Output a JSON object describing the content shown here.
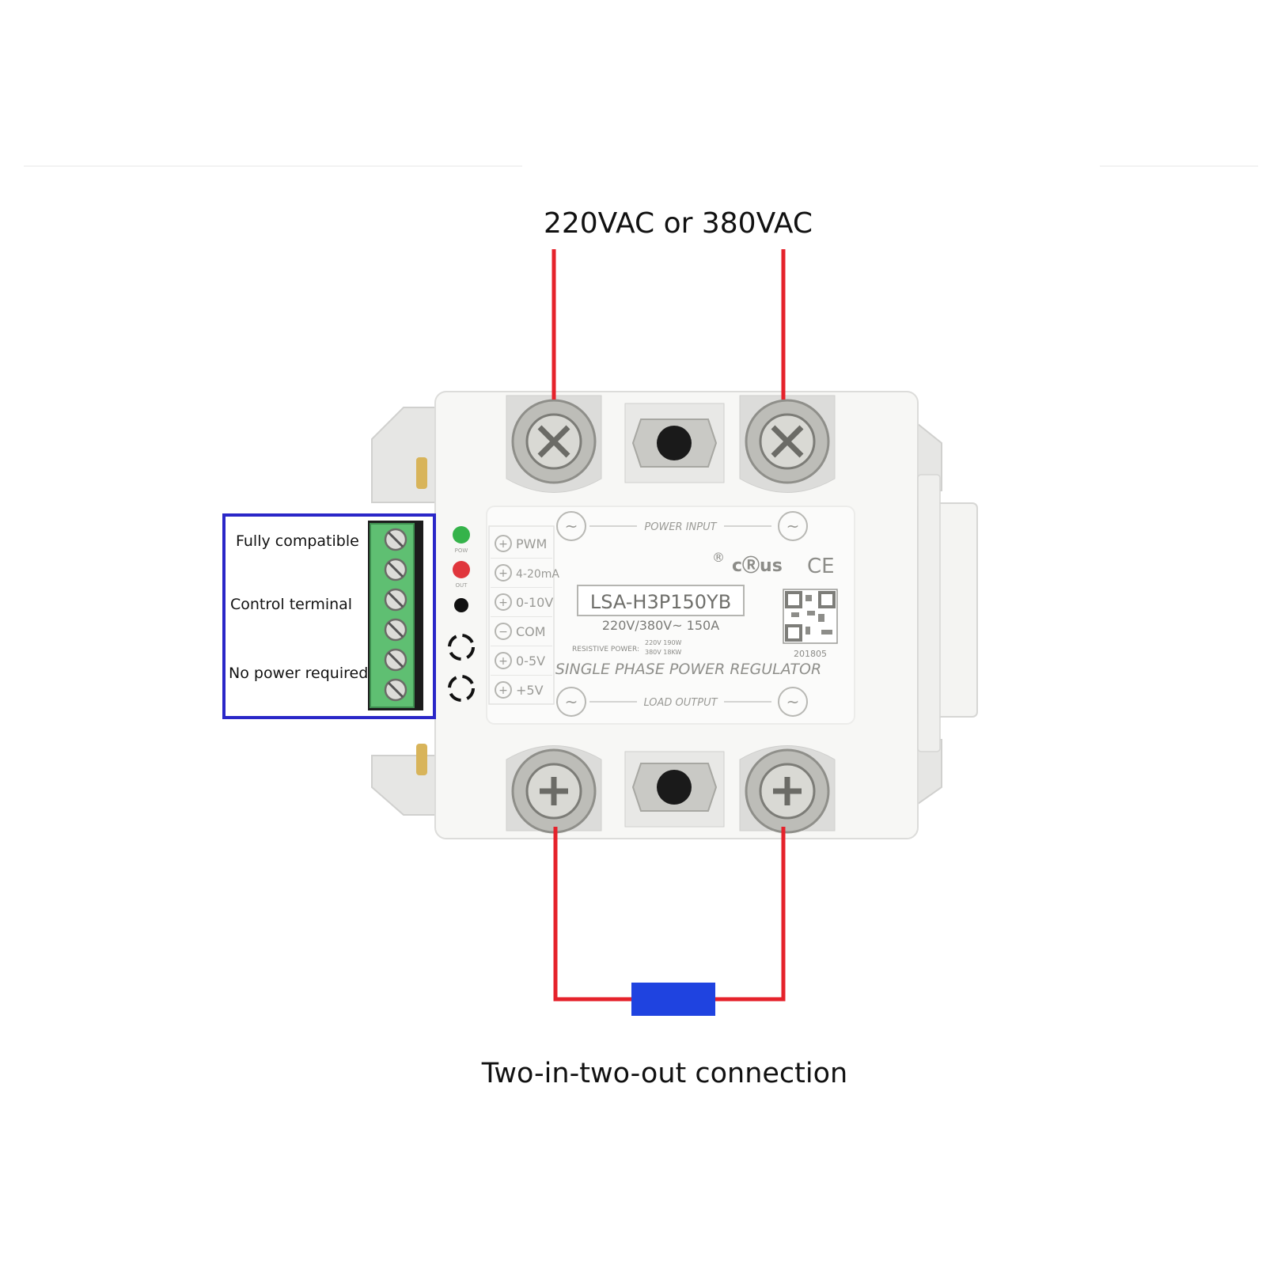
{
  "supply_label": "220VAC or 380VAC",
  "connection_label": "Two-in-two-out connection",
  "callout": {
    "line1": "Fully compatible",
    "line2": "Control terminal",
    "line3": "No power required",
    "frame_color": "#2a27c8"
  },
  "wire_color": "#e5222b",
  "load_color": "#1f43e0",
  "terminal_block_color": "#5fbf72",
  "regulator": {
    "model": "LSA-H3P150YB",
    "rating": "220V/380V~ 150A",
    "title": "SINGLE PHASE POWER REGULATOR",
    "power_input_label": "POWER  INPUT",
    "load_output_label": "LOAD  OUTPUT",
    "resistive_power_label": "RESISTIVE POWER:",
    "resistive_line1": "220V 190W",
    "resistive_line2": "380V 18KW",
    "date_code": "201805",
    "ul_mark": "cⓇus",
    "ce_mark": "CE",
    "registered_mark": "®",
    "ac_symbol": "~",
    "pow_led_label": "POW",
    "out_led_label": "OUT",
    "pow_led_color": "#35b34a",
    "out_led_color": "#e0363c",
    "inputs": [
      "PWM",
      "4-20mA",
      "0-10V",
      "COM",
      "0-5V",
      "+5V"
    ],
    "input_signs": [
      "+",
      "+",
      "+",
      "−",
      "+",
      "+"
    ]
  }
}
